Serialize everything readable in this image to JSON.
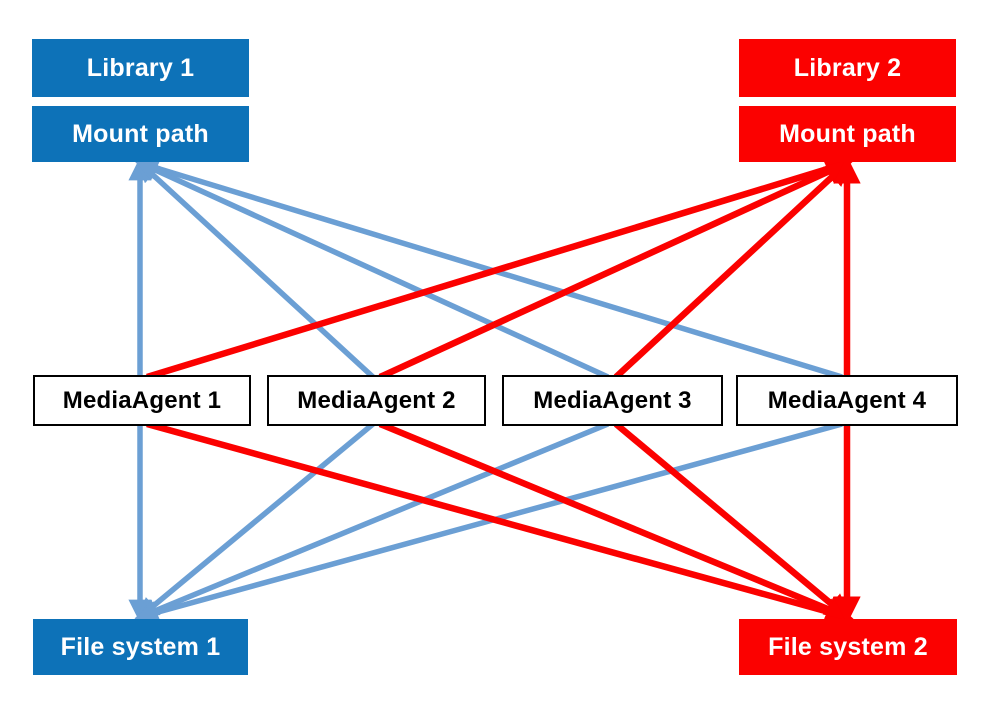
{
  "diagram": {
    "background": "#ffffff",
    "colors": {
      "blue_fill": "#0d72b8",
      "red_fill": "#fb0100",
      "blue_line": "#6b9fd4",
      "red_line": "#fb0100",
      "agent_border": "#000000",
      "agent_fill": "#ffffff",
      "hub_text": "#ffffff",
      "agent_text": "#000000"
    },
    "nodes": {
      "library1": {
        "label": "Library 1"
      },
      "mount_path1": {
        "label": "Mount path"
      },
      "library2": {
        "label": "Library 2"
      },
      "mount_path2": {
        "label": "Mount path"
      },
      "file_system1": {
        "label": "File system 1"
      },
      "file_system2": {
        "label": "File system 2"
      }
    },
    "media_agents": [
      {
        "label": "MediaAgent 1"
      },
      {
        "label": "MediaAgent 2"
      },
      {
        "label": "MediaAgent 3"
      },
      {
        "label": "MediaAgent 4"
      }
    ],
    "edges": [
      {
        "from": "mount_path1",
        "to": "media_agent_1",
        "group": "blue"
      },
      {
        "from": "mount_path1",
        "to": "media_agent_2",
        "group": "blue"
      },
      {
        "from": "mount_path1",
        "to": "media_agent_3",
        "group": "blue"
      },
      {
        "from": "mount_path1",
        "to": "media_agent_4",
        "group": "blue"
      },
      {
        "from": "file_system1",
        "to": "media_agent_1",
        "group": "blue"
      },
      {
        "from": "file_system1",
        "to": "media_agent_2",
        "group": "blue"
      },
      {
        "from": "file_system1",
        "to": "media_agent_3",
        "group": "blue"
      },
      {
        "from": "file_system1",
        "to": "media_agent_4",
        "group": "blue"
      },
      {
        "from": "mount_path2",
        "to": "media_agent_1",
        "group": "red"
      },
      {
        "from": "mount_path2",
        "to": "media_agent_2",
        "group": "red"
      },
      {
        "from": "mount_path2",
        "to": "media_agent_3",
        "group": "red"
      },
      {
        "from": "mount_path2",
        "to": "media_agent_4",
        "group": "red"
      },
      {
        "from": "file_system2",
        "to": "media_agent_1",
        "group": "red"
      },
      {
        "from": "file_system2",
        "to": "media_agent_2",
        "group": "red"
      },
      {
        "from": "file_system2",
        "to": "media_agent_3",
        "group": "red"
      },
      {
        "from": "file_system2",
        "to": "media_agent_4",
        "group": "red"
      }
    ]
  }
}
